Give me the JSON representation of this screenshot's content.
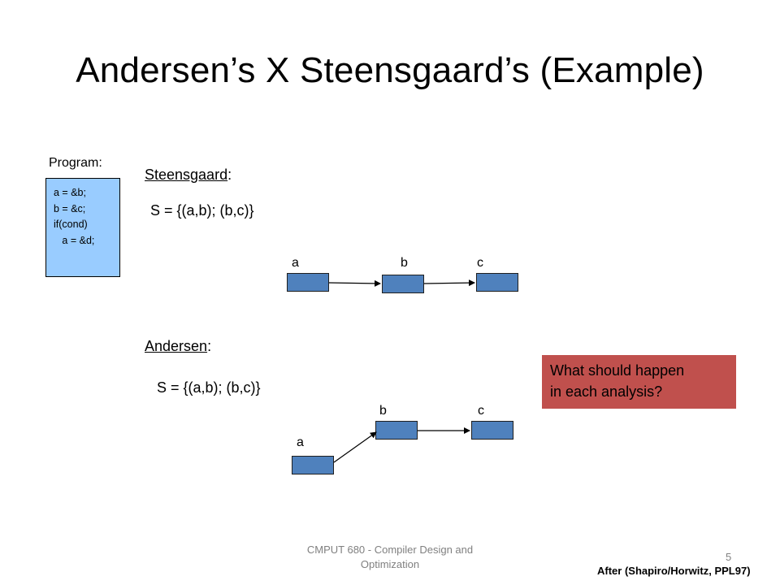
{
  "slide": {
    "title": "Andersen’s X Steensgaard’s (Example)",
    "program_label": "Program:",
    "program_lines": [
      "a = &b;",
      "b = &c;",
      "if(cond)",
      "   a = &d;"
    ],
    "steensgaard": {
      "heading": "Steensgaard",
      "colon": ":",
      "set": "S = {(a,b); (b,c)}",
      "nodes": [
        "a",
        "b",
        "c"
      ]
    },
    "andersen": {
      "heading": "Andersen",
      "colon": ":",
      "set": "S = {(a,b); (b,c)}",
      "nodes": [
        "a",
        "b",
        "c"
      ]
    },
    "callout": {
      "line1": "What should happen",
      "line2": "in each analysis?"
    },
    "footer": {
      "course_line1": "CMPUT 680 - Compiler Design and",
      "course_line2": "Optimization",
      "page_number": "5",
      "credit": "After (Shapiro/Horwitz, PPL97)"
    }
  },
  "colors": {
    "node_fill": "#4f81bd",
    "code_box_fill": "#99ccff",
    "callout_fill": "#c0504d",
    "footer_text": "#808080"
  }
}
